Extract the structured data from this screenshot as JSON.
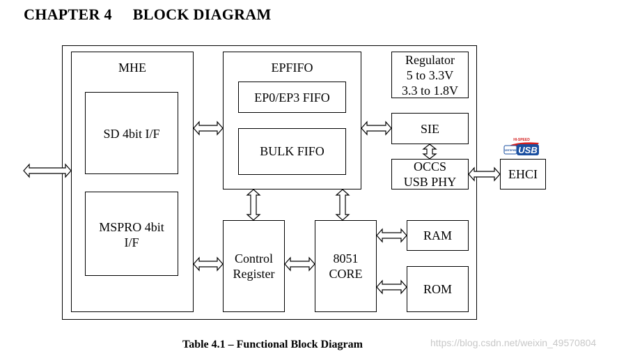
{
  "heading": {
    "chapter": "CHAPTER 4",
    "title": "BLOCK DIAGRAM"
  },
  "blocks": {
    "mhe": "MHE",
    "sd": "SD 4bit I/F",
    "mspro_line1": "MSPRO 4bit",
    "mspro_line2": "I/F",
    "epfifo": "EPFIFO",
    "ep0_fifo": "EP0/EP3 FIFO",
    "bulk_fifo": "BULK FIFO",
    "regulator_line1": "Regulator",
    "regulator_line2": "5 to 3.3V",
    "regulator_line3": "3.3 to 1.8V",
    "sie": "SIE",
    "occs_line1": "OCCS",
    "occs_line2": "USB PHY",
    "ehci": "EHCI",
    "control_line1": "Control",
    "control_line2": "Register",
    "core_line1": "8051",
    "core_line2": "CORE",
    "ram": "RAM",
    "rom": "ROM"
  },
  "usb_logo": {
    "top_text": "HI-SPEED",
    "side_text": "CERTIFIED",
    "main_text": "USB",
    "color": "#1a4fa0",
    "accent": "#d42020"
  },
  "caption": "Table 4.1 – Functional Block Diagram",
  "watermark": "https://blog.csdn.net/weixin_49570804"
}
